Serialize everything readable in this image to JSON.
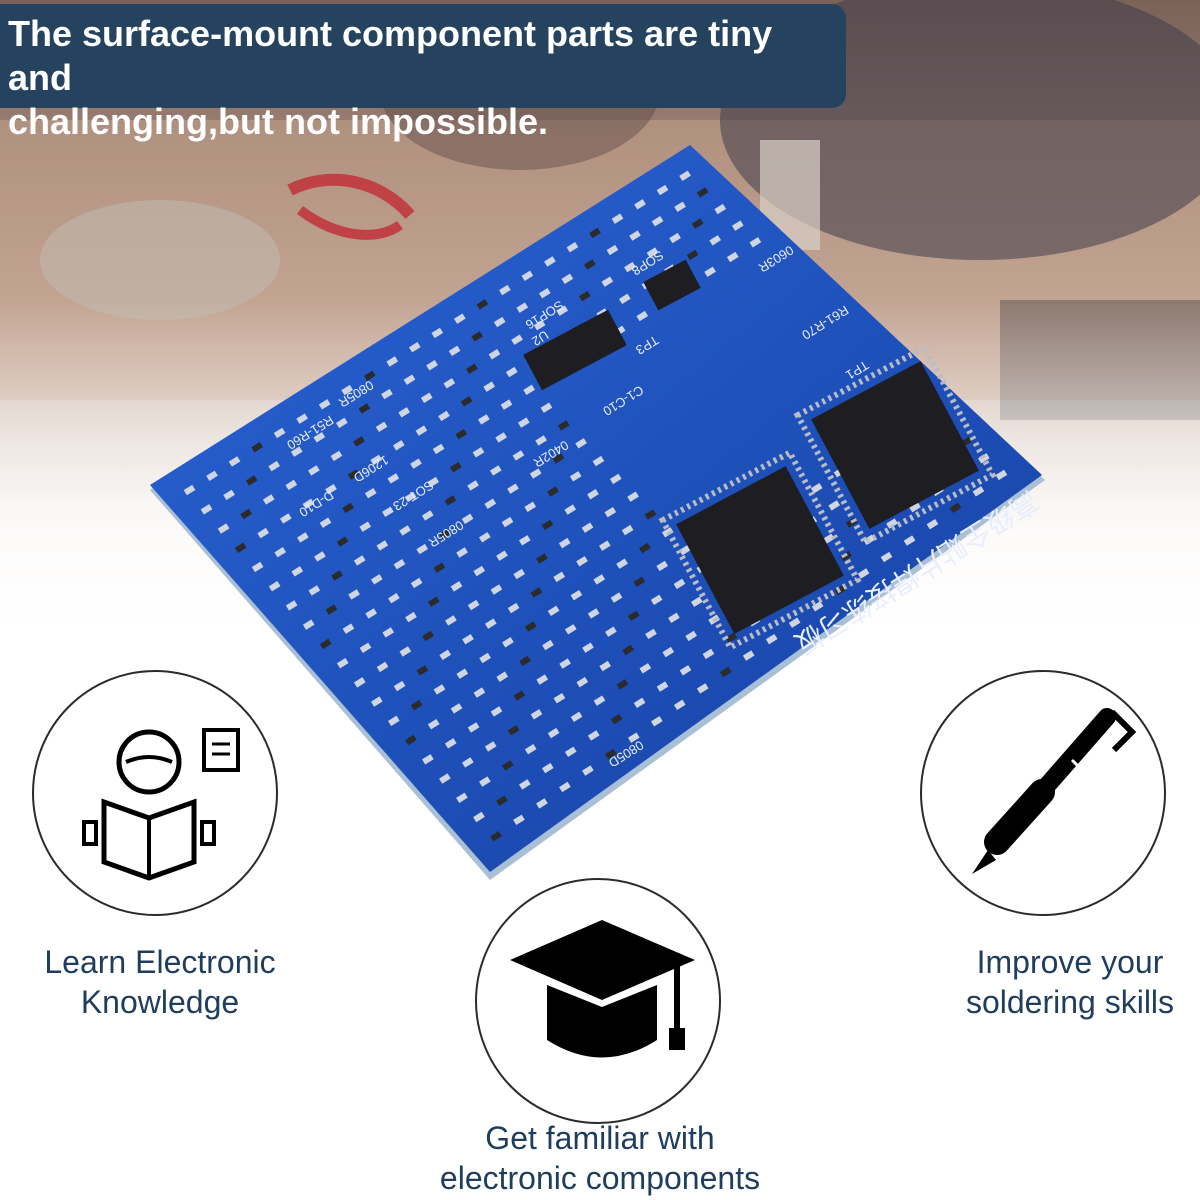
{
  "banner": {
    "line1": "The surface-mount component parts are tiny and",
    "line2": "challenging,but not impossible."
  },
  "board": {
    "labels": [
      "0805R",
      "R51-R60",
      "1206D",
      "D-D10",
      "0805R",
      "SOT-23",
      "0402R",
      "SOP16",
      "U2",
      "SOP8",
      "0603R",
      "R61-R70",
      "TP1",
      "0805D",
      "C1-C10",
      "TP3"
    ],
    "chinese_title": "高级全贴片焊接练习板"
  },
  "features": [
    {
      "icon": "reader-icon",
      "line1": "Learn Electronic",
      "line2": "Knowledge"
    },
    {
      "icon": "graduation-cap-icon",
      "line1": "Get familiar with",
      "line2": "electronic components"
    },
    {
      "icon": "soldering-iron-icon",
      "line1": "Improve your",
      "line2": "soldering skills"
    }
  ],
  "colors": {
    "banner_bg": "#25435e",
    "caption_text": "#1f3d5c",
    "pcb_blue": "#1c4fb8"
  }
}
